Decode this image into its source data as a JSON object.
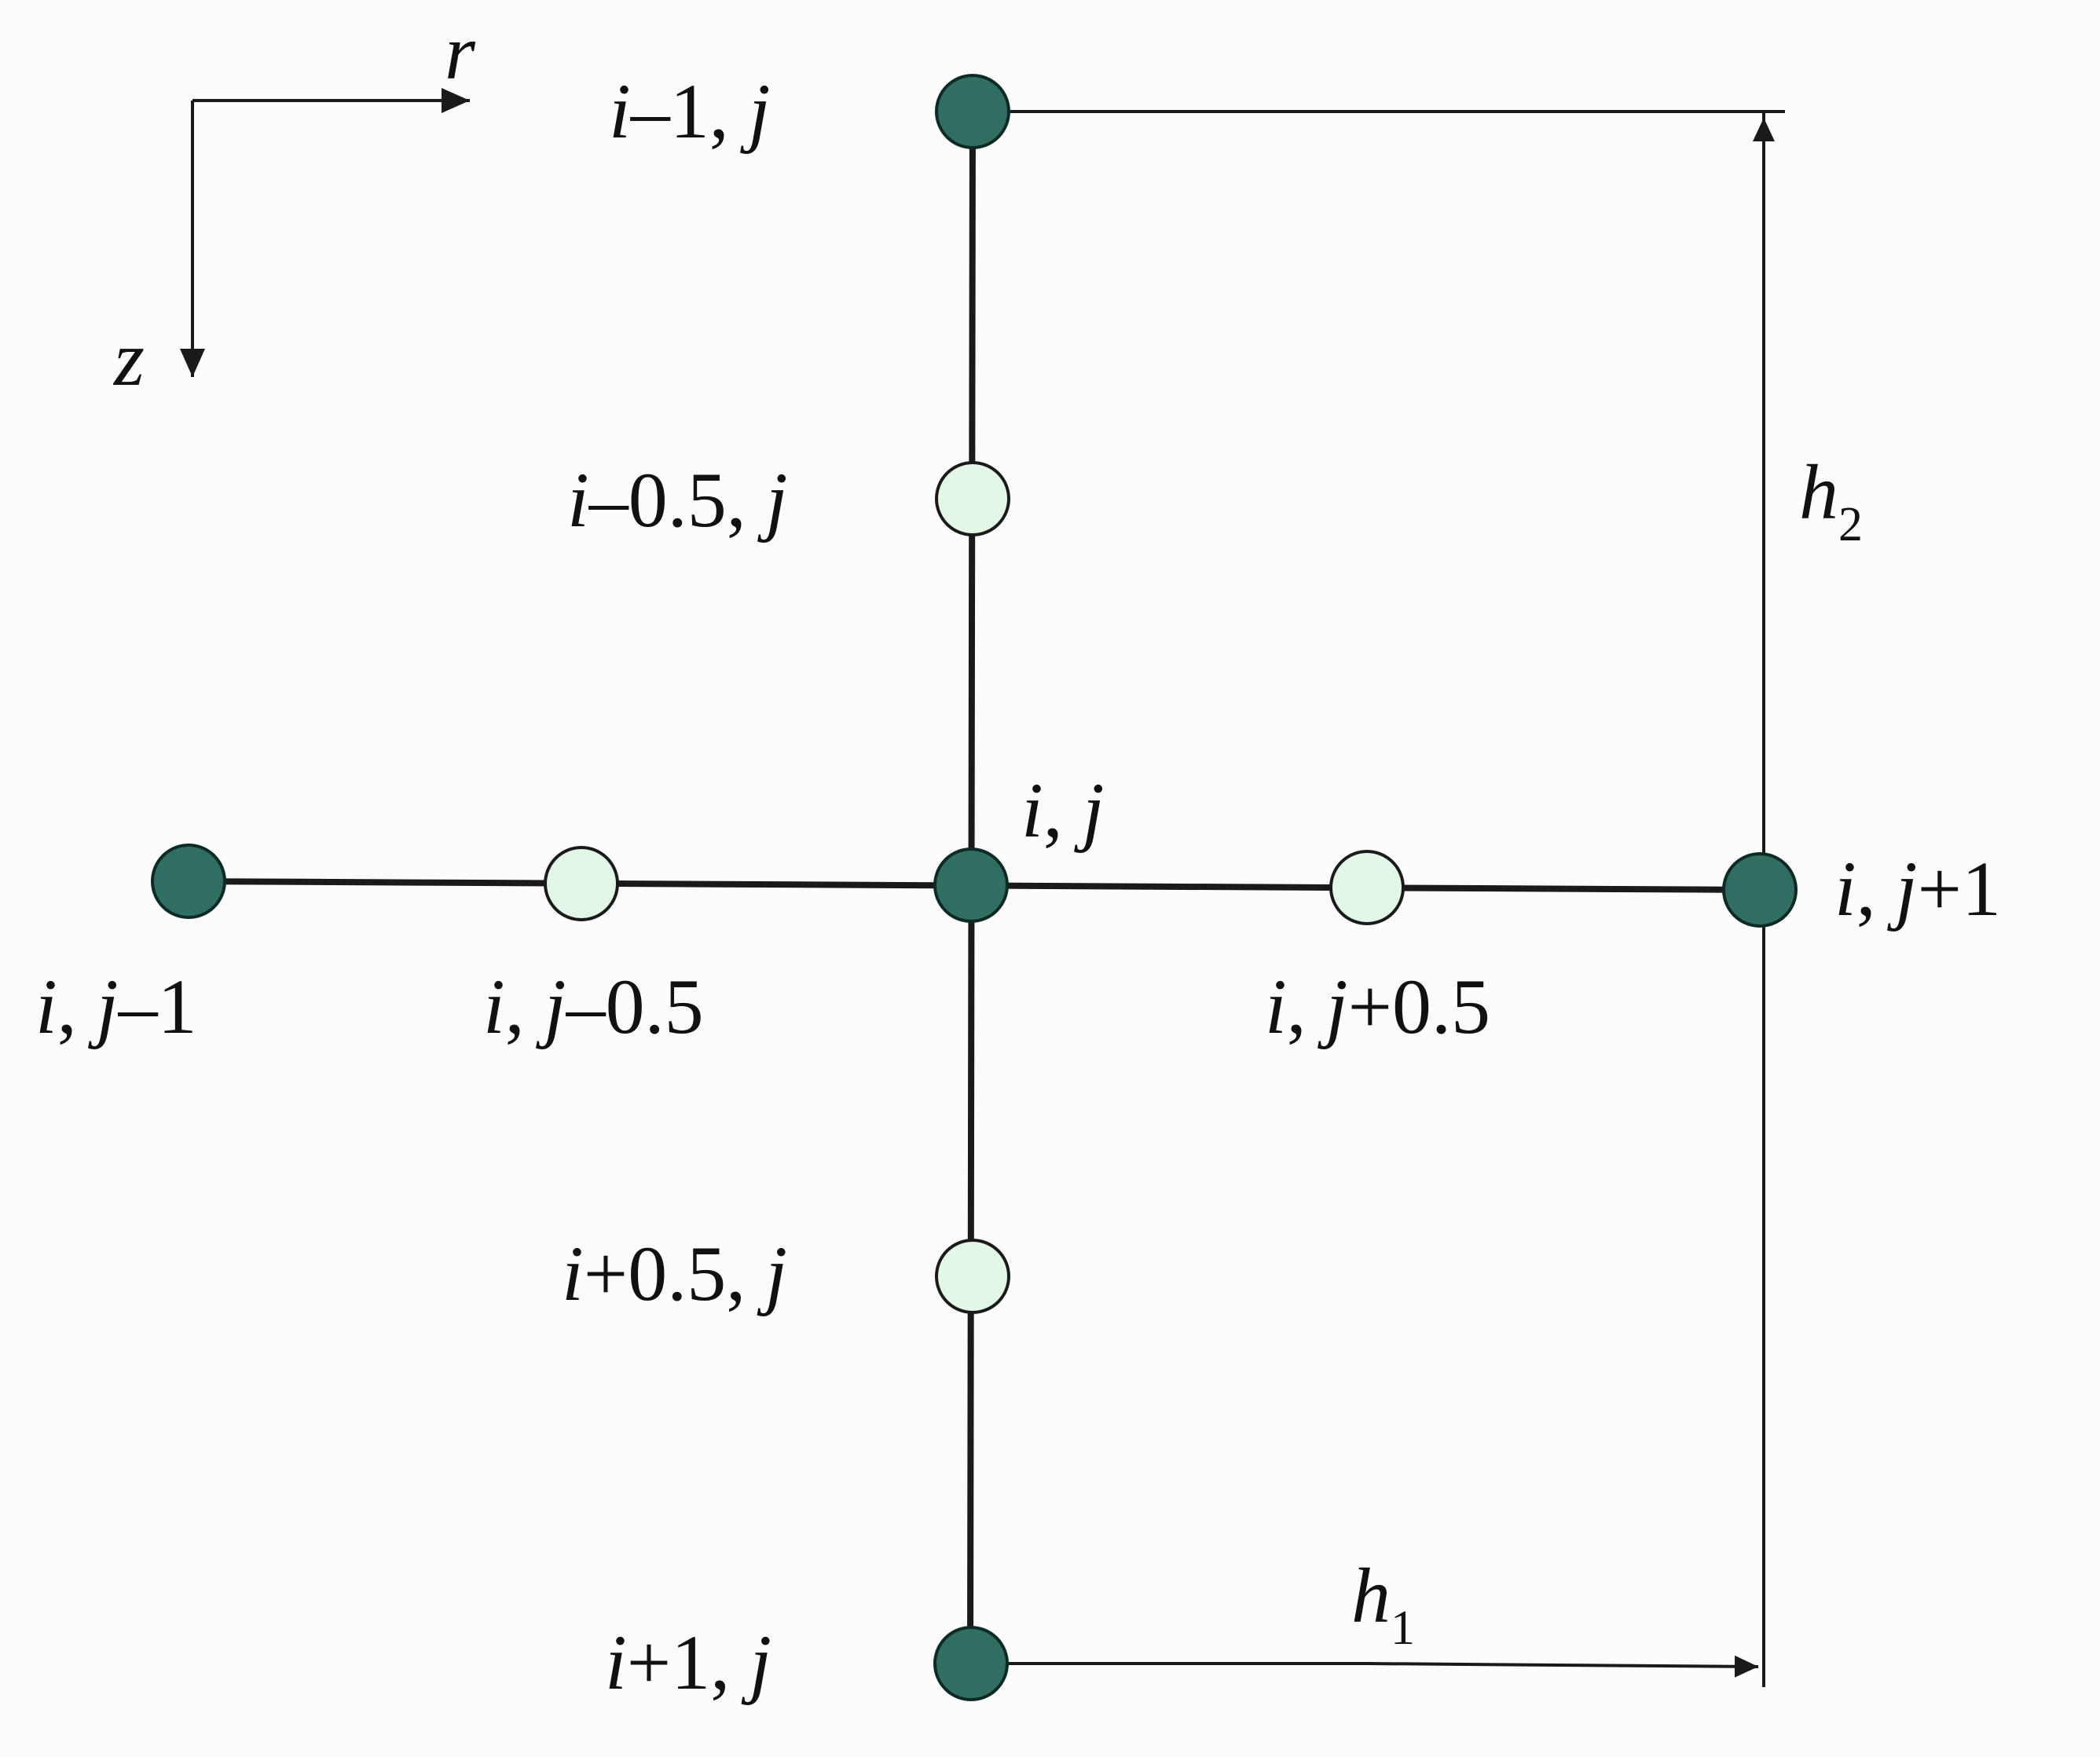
{
  "colors": {
    "background": "#fcfcfc",
    "main_node": "#2f6e61",
    "half_node": "#e3f7e7",
    "line": "#1a1a1a"
  },
  "axes": {
    "r_label": "r",
    "z_label": "z"
  },
  "nodes": {
    "im1_j": {
      "i_part": "i",
      "rest": "–1, ",
      "j_part": "j"
    },
    "im05_j": {
      "i_part": "i",
      "rest": "–0.5, ",
      "j_part": "j"
    },
    "i_j": {
      "i_part": "i",
      "rest": ", ",
      "j_part": "j"
    },
    "i_jp1": {
      "i_part": "i",
      "rest": ", ",
      "j_part": "j",
      "suffix": "+1"
    },
    "i_jm1": {
      "i_part": "i",
      "rest": ", ",
      "j_part": "j",
      "suffix": "–1"
    },
    "i_jm05": {
      "i_part": "i",
      "rest": ", ",
      "j_part": "j",
      "suffix": "–0.5"
    },
    "i_jp05": {
      "i_part": "i",
      "rest": ", ",
      "j_part": "j",
      "suffix": "+0.5"
    },
    "ip05_j": {
      "i_part": "i",
      "rest": "+0.5, ",
      "j_part": "j"
    },
    "ip1_j": {
      "i_part": "i",
      "rest": "+1, ",
      "j_part": "j"
    }
  },
  "dimensions": {
    "h1": {
      "letter": "h",
      "subscript": "1"
    },
    "h2": {
      "letter": "h",
      "subscript": "2"
    }
  }
}
